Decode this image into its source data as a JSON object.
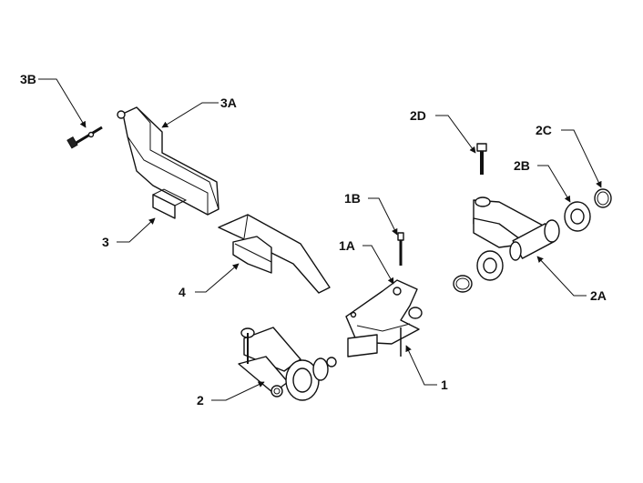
{
  "diagram": {
    "callouts": [
      {
        "id": "3B",
        "text": "3B"
      },
      {
        "id": "3A",
        "text": "3A"
      },
      {
        "id": "3",
        "text": "3"
      },
      {
        "id": "4",
        "text": "4"
      },
      {
        "id": "2",
        "text": "2"
      },
      {
        "id": "1B",
        "text": "1B"
      },
      {
        "id": "1A",
        "text": "1A"
      },
      {
        "id": "1",
        "text": "1"
      },
      {
        "id": "2D",
        "text": "2D"
      },
      {
        "id": "2C",
        "text": "2C"
      },
      {
        "id": "2B",
        "text": "2B"
      },
      {
        "id": "2A",
        "text": "2A"
      }
    ]
  }
}
